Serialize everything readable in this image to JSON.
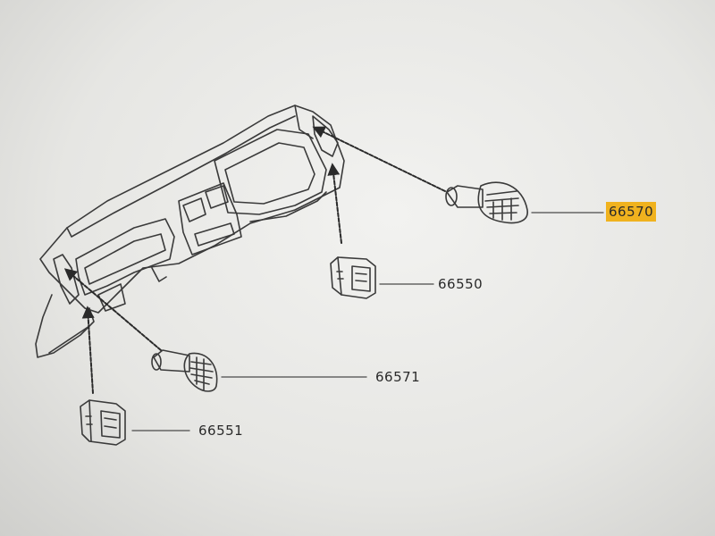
{
  "diagram": {
    "parts": [
      {
        "number": "66570",
        "highlighted": true
      },
      {
        "number": "66550",
        "highlighted": false
      },
      {
        "number": "66571",
        "highlighted": false
      },
      {
        "number": "66551",
        "highlighted": false
      }
    ],
    "highlight_color": "#f0b21e",
    "line_color": "#3a3a3a"
  }
}
